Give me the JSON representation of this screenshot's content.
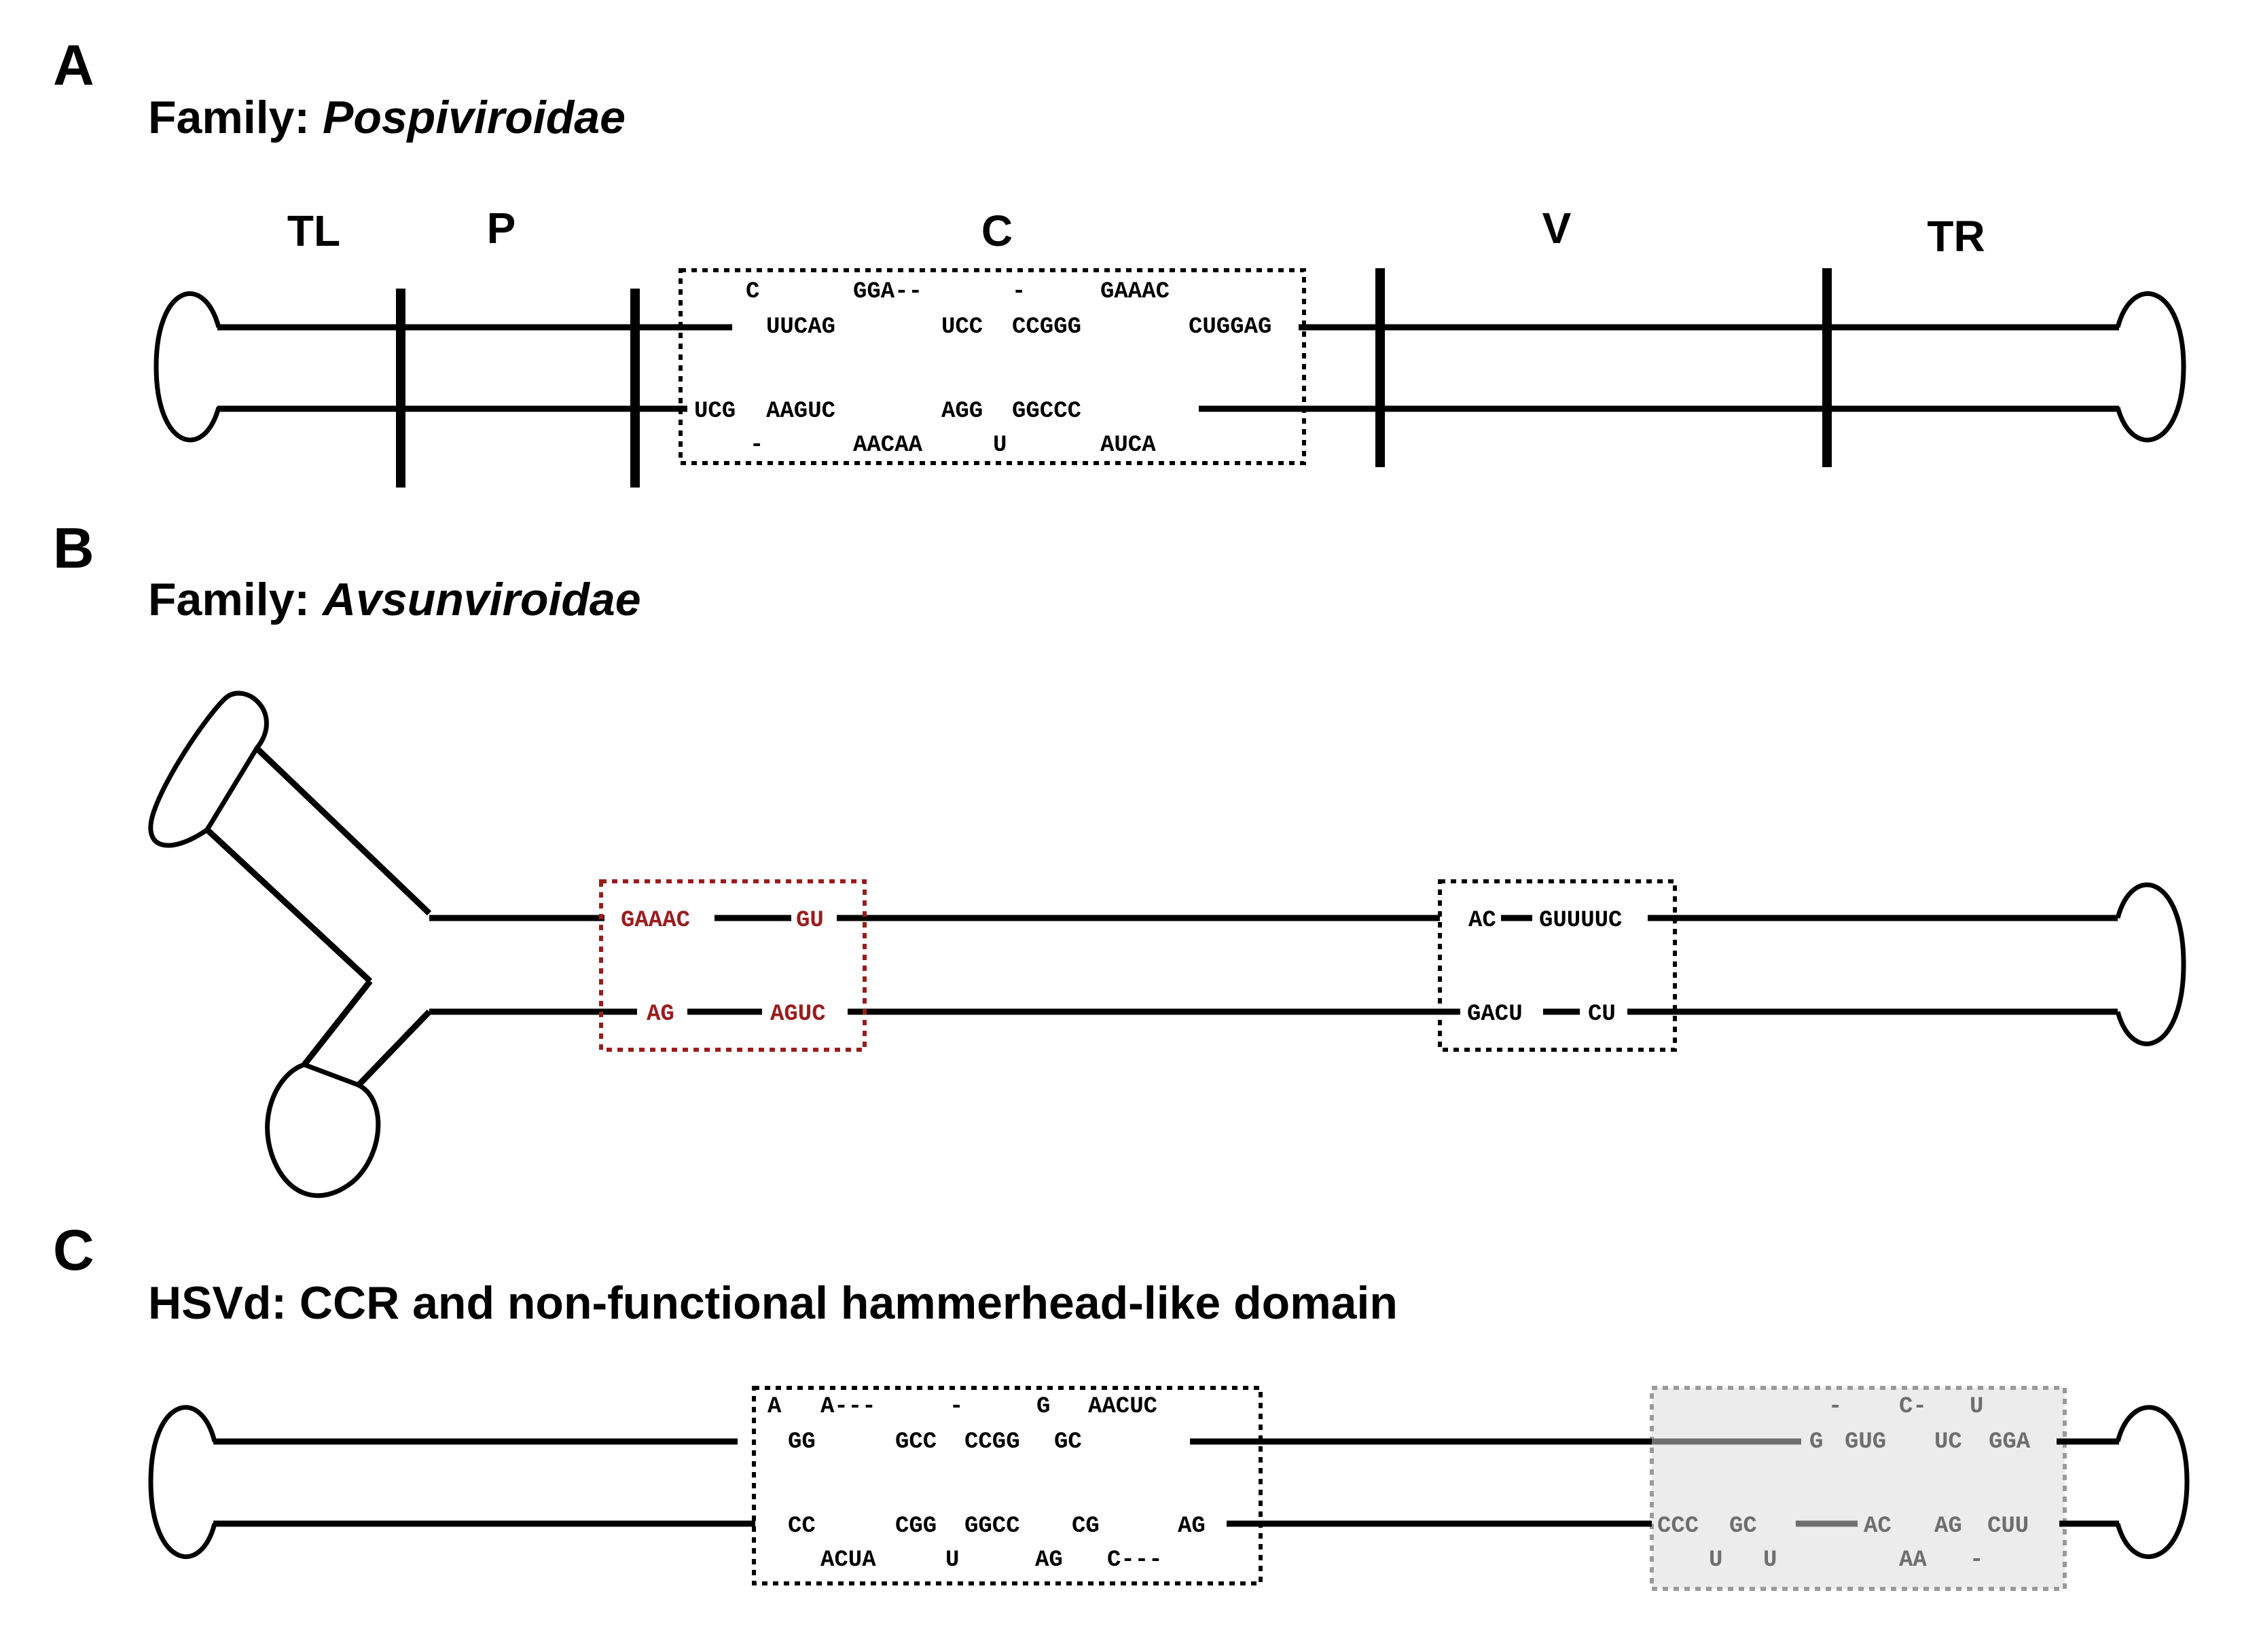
{
  "panel_a": {
    "letter": "A",
    "title_prefix": "Family: ",
    "title_italic": "Pospiviroidae",
    "regions": [
      "TL",
      "P",
      "C",
      "V",
      "TR"
    ],
    "ccr": {
      "top_unpaired": [
        "C",
        "GGA--",
        "-",
        "GAAAC"
      ],
      "top_paired": [
        "UUCAG",
        "UCC",
        "CCGGG",
        "CUGGAG"
      ],
      "bottom_paired": [
        "UCG",
        "AAGUC",
        "AGG",
        "GGCCC"
      ],
      "bottom_unpaired": [
        "-",
        "AACAA",
        "U",
        "AUCA"
      ]
    }
  },
  "panel_b": {
    "letter": "B",
    "title_prefix": "Family: ",
    "title_italic": "Avsunviroidae",
    "red_box": {
      "top": [
        "GAAAC",
        "GU"
      ],
      "bottom": [
        "AG",
        "AGUC"
      ]
    },
    "black_box": {
      "top": [
        "AC",
        "GUUUUC"
      ],
      "bottom": [
        "GACU",
        "CU"
      ]
    },
    "colors": {
      "red": "#9b1c1c",
      "black": "#000000"
    }
  },
  "panel_c": {
    "letter": "C",
    "title": "HSVd: CCR and non-functional hammerhead-like domain",
    "ccr": {
      "top_unpaired": [
        "A",
        "A---",
        "-",
        "G",
        "AACUC"
      ],
      "top_paired": [
        "GG",
        "GCC",
        "CCGG",
        "GC"
      ],
      "bottom_paired": [
        "CC",
        "CGG",
        "GGCC",
        "CG",
        "AG"
      ],
      "bottom_unpaired": [
        "ACUA",
        "U",
        "AG",
        "C---"
      ]
    },
    "hammerhead": {
      "top_unpaired": [
        "-",
        "C-",
        "U"
      ],
      "top_paired": [
        "G",
        "GUG",
        "UC",
        "GGA"
      ],
      "bottom_paired": [
        "CCC",
        "GC",
        "AC",
        "AG",
        "CUU"
      ],
      "bottom_unpaired": [
        "U",
        "U",
        "AA",
        "-"
      ]
    },
    "colors": {
      "grey": "#6e6e6e",
      "box_fill": "#ececec"
    }
  }
}
